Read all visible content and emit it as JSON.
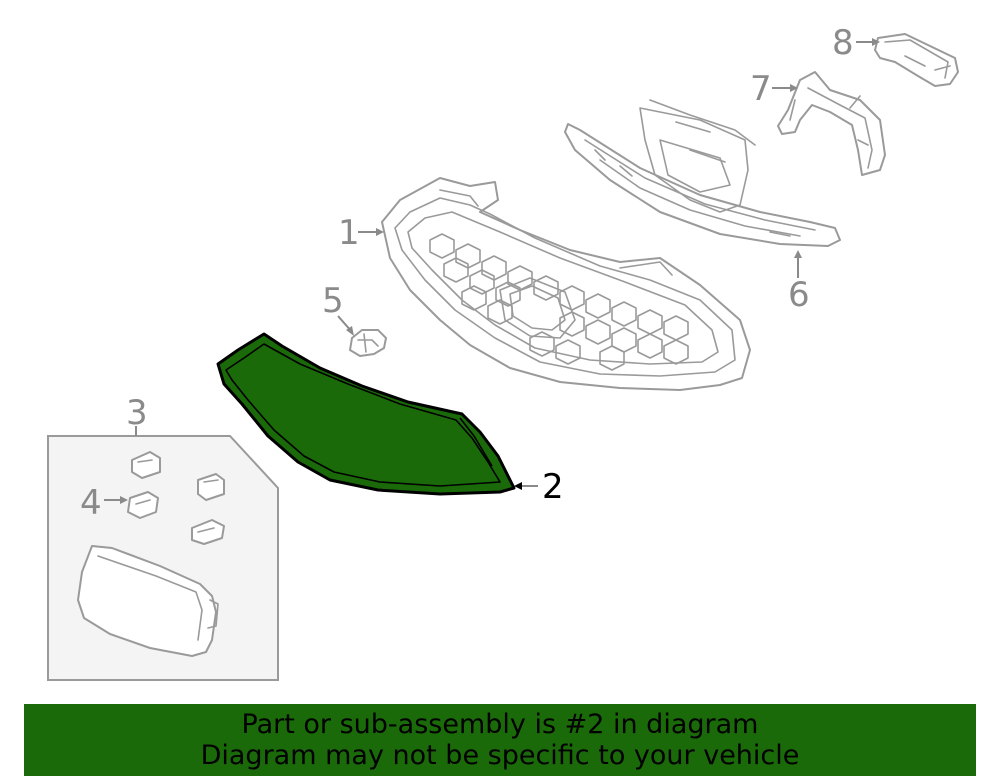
{
  "callouts": {
    "c1": "1",
    "c2": "2",
    "c3": "3",
    "c4": "4",
    "c5": "5",
    "c6": "6",
    "c7": "7",
    "c8": "8"
  },
  "banner": {
    "line1": "Part or sub-assembly is #2 in diagram",
    "line2": "Diagram may not be specific to your vehicle"
  },
  "colors": {
    "highlight": "#1a6a0a",
    "outline": "#9a9a9a",
    "label_gray": "#8a8a8a",
    "inset_fill": "#f4f4f4"
  }
}
